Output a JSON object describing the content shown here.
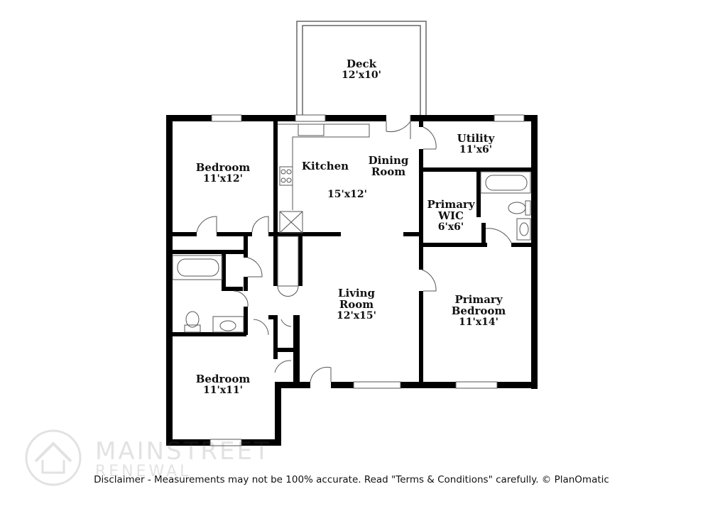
{
  "rooms": {
    "deck": {
      "name": "Deck",
      "size": "12'x10'"
    },
    "bedroom_top": {
      "name": "Bedroom",
      "size": "11'x12'"
    },
    "kitchen": {
      "name": "Kitchen"
    },
    "dining": {
      "name_line1": "Dining",
      "name_line2": "Room",
      "size": "15'x12'"
    },
    "utility": {
      "name": "Utility",
      "size": "11'x6'"
    },
    "primary_wic": {
      "name_line1": "Primary",
      "name_line2": "WIC",
      "size": "6'x6'"
    },
    "living": {
      "name_line1": "Living",
      "name_line2": "Room",
      "size": "12'x15'"
    },
    "primary_bedroom": {
      "name_line1": "Primary",
      "name_line2": "Bedroom",
      "size": "11'x14'"
    },
    "bedroom_bottom": {
      "name": "Bedroom",
      "size": "11'x11'"
    }
  },
  "watermark": {
    "line1": "MAINSTREET",
    "line2": "RENEWAL"
  },
  "disclaimer": "Disclaimer - Measurements may not be 100% accurate. Read \"Terms & Conditions\" carefully. © PlanOmatic",
  "colors": {
    "wall": "#000000",
    "fixture": "#555555",
    "watermark": "#666666"
  }
}
